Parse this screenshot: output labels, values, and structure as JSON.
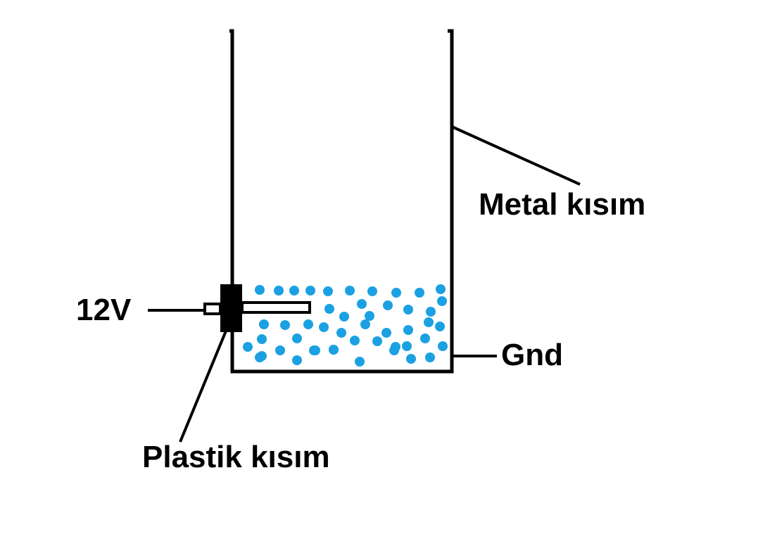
{
  "labels": {
    "metal": "Metal kısım",
    "voltage": "12V",
    "ground": "Gnd",
    "plastic": "Plastik kısım"
  },
  "colors": {
    "line": "#000000",
    "bubble": "#1ba1e2",
    "background": "#ffffff"
  }
}
